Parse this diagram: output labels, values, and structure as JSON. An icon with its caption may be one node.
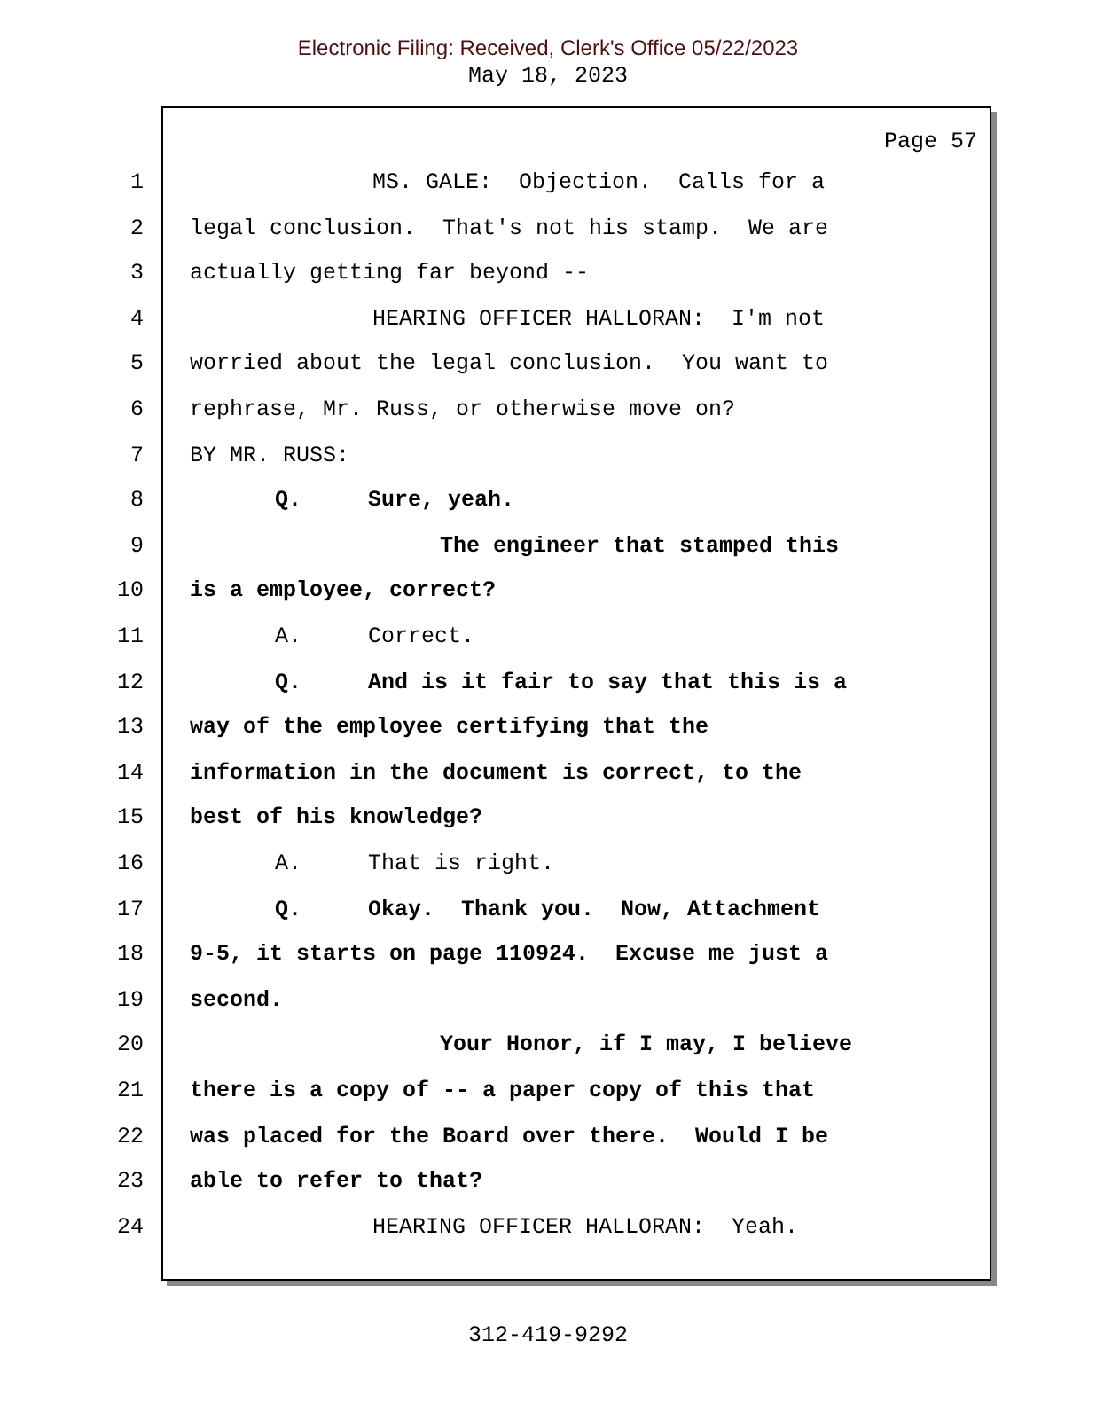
{
  "diagram": {
    "labels": [
      "Electronic Filing: Received, Clerk's Office 05/22/2023",
      "May 18, 2023",
      "Page 57",
      "1",
      "MS. GALE:  Objection.  Calls for a",
      "2",
      "legal conclusion.  That's not his stamp.  We are",
      "3",
      "actually getting far beyond --",
      "4",
      "HEARING OFFICER HALLORAN:  I'm not",
      "5",
      "worried about the legal conclusion.  You want to",
      "6",
      "rephrase, Mr. Russ, or otherwise move on?",
      "7",
      "BY MR. RUSS:",
      "8",
      "Q.     Sure, yeah.",
      "9",
      "The engineer that stamped this",
      "10",
      "is a employee, correct?",
      "11",
      "A.     Correct.",
      "12",
      "Q.     And is it fair to say that this is a",
      "13",
      "way of the employee certifying that the",
      "14",
      "information in the document is correct, to the",
      "15",
      "best of his knowledge?",
      "16",
      "A.     That is right.",
      "17",
      "Q.     Okay.  Thank you.  Now, Attachment",
      "18",
      "9-5, it starts on page 110924.  Excuse me just a",
      "19",
      "second.",
      "20",
      "Your Honor, if I may, I believe",
      "21",
      "there is a copy of -- a paper copy of this that",
      "22",
      "was placed for the Board over there.  Would I be",
      "23",
      "able to refer to that?",
      "24",
      "HEARING OFFICER HALLORAN:  Yeah.",
      "312-419-9292"
    ]
  }
}
